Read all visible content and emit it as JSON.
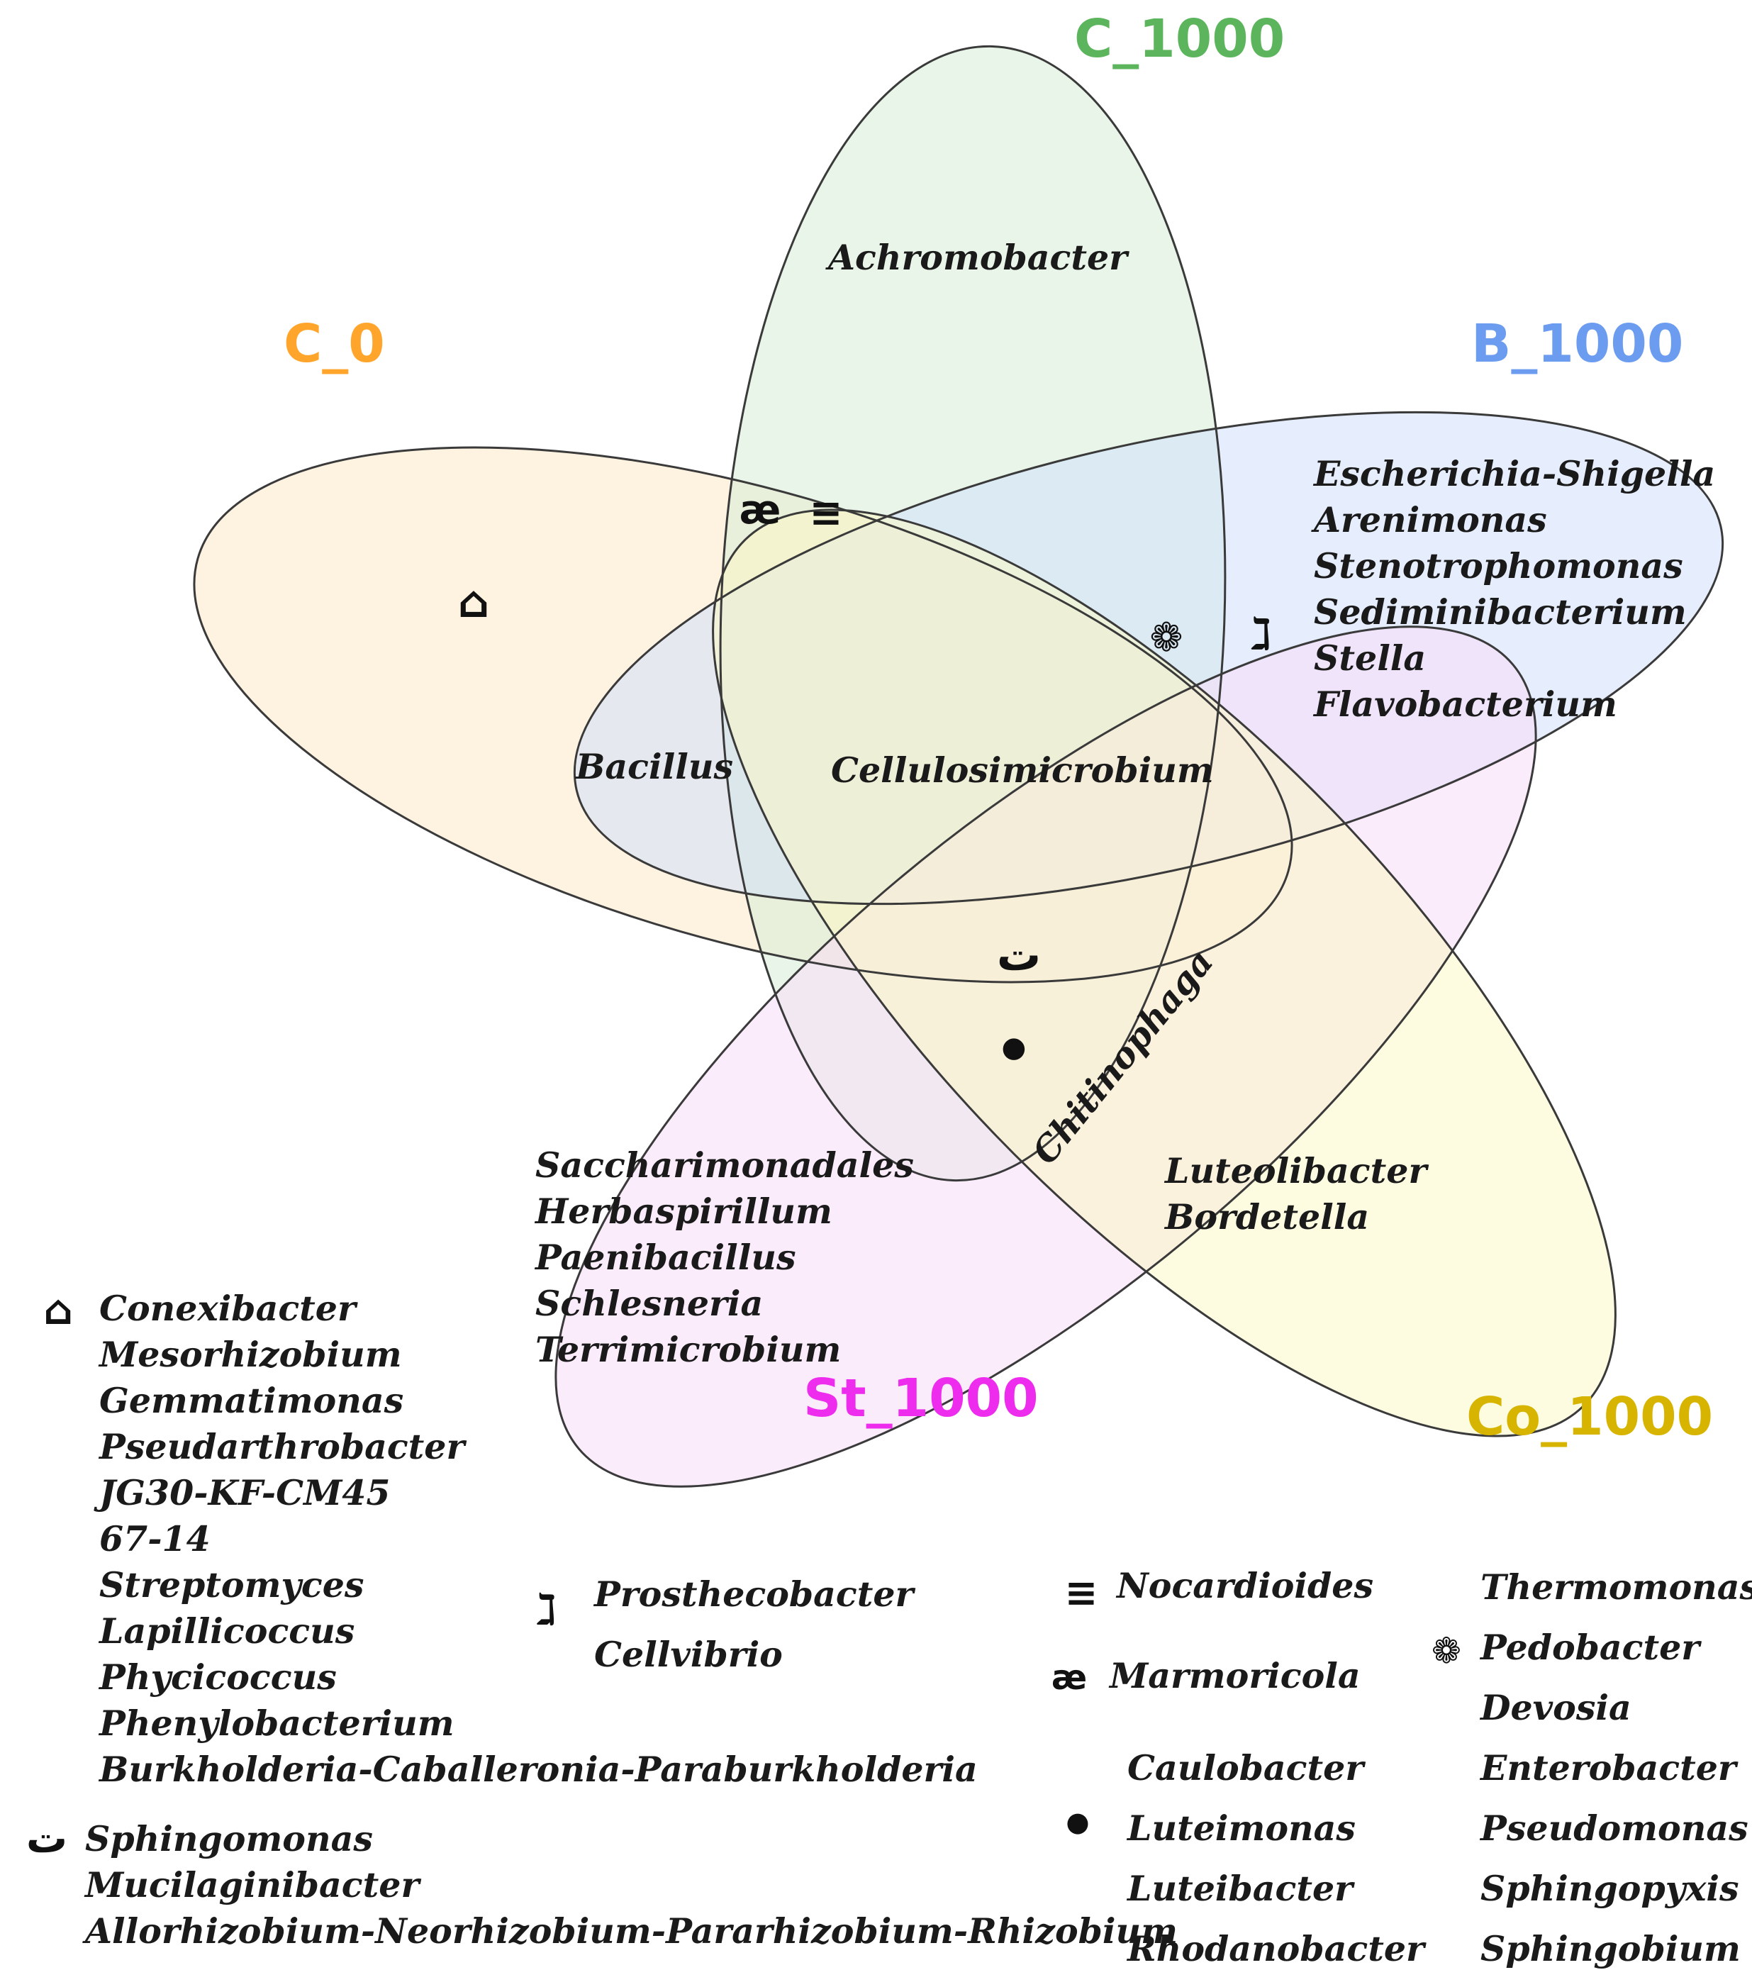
{
  "sets": [
    {
      "id": "C_0",
      "label": "C_0",
      "color": "#FFA52C",
      "fill": "#FDE8C8"
    },
    {
      "id": "C_1000",
      "label": "C_1000",
      "color": "#5CB55C",
      "fill": "#D5EDD5"
    },
    {
      "id": "B_1000",
      "label": "B_1000",
      "color": "#6C9CF0",
      "fill": "#D2E0FB"
    },
    {
      "id": "St_1000",
      "label": "St_1000",
      "color": "#EE2CEE",
      "fill": "#F8DDF8"
    },
    {
      "id": "Co_1000",
      "label": "Co_1000",
      "color": "#D6B400",
      "fill": "#FBF7C6"
    }
  ],
  "regions": {
    "c1000_only": [
      "Achromobacter"
    ],
    "b1000_only": [
      "Escherichia-Shigella",
      "Arenimonas",
      "Stenotrophomonas",
      "Sediminibacterium",
      "Stella",
      "Flavobacterium"
    ],
    "st1000_only": [
      "Saccharimonadales",
      "Herbaspirillum",
      "Paenibacillus",
      "Schlesneria",
      "Terrimicrobium"
    ],
    "co1000_only": [
      "Luteolibacter",
      "Bordetella"
    ],
    "bacillus": "Bacillus",
    "core": "Cellulosimicrobium",
    "chitinophaga": "Chitinophaga"
  },
  "symbols": {
    "house": "⌂",
    "hook": "ℷ",
    "lines": "≡",
    "ae": "æ",
    "dot": "●",
    "ta": "ت",
    "flower": "❁"
  },
  "legend": {
    "house_group": [
      "Conexibacter",
      "Mesorhizobium",
      "Gemmatimonas",
      "Pseudarthrobacter",
      "JG30-KF-CM45",
      "67-14",
      "Streptomyces",
      "Lapillicoccus",
      "Phycicoccus",
      "Phenylobacterium",
      "Burkholderia-Caballeronia-Paraburkholderia"
    ],
    "ta_group": [
      "Sphingomonas",
      "Mucilaginibacter",
      "Allorhizobium-Neorhizobium-Pararhizobium-Rhizobium"
    ],
    "hook_group": [
      "Prosthecobacter",
      "Cellvibrio"
    ],
    "lines_group": [
      "Nocardioides"
    ],
    "ae_group": [
      "Marmoricola"
    ],
    "dot_group": [
      "Caulobacter",
      "Luteimonas",
      "Luteibacter",
      "Rhodanobacter"
    ],
    "flower_group": [
      "Thermomonas",
      "Pedobacter",
      "Devosia",
      "Enterobacter",
      "Pseudomonas",
      "Sphingopyxis",
      "Sphingobium"
    ]
  }
}
